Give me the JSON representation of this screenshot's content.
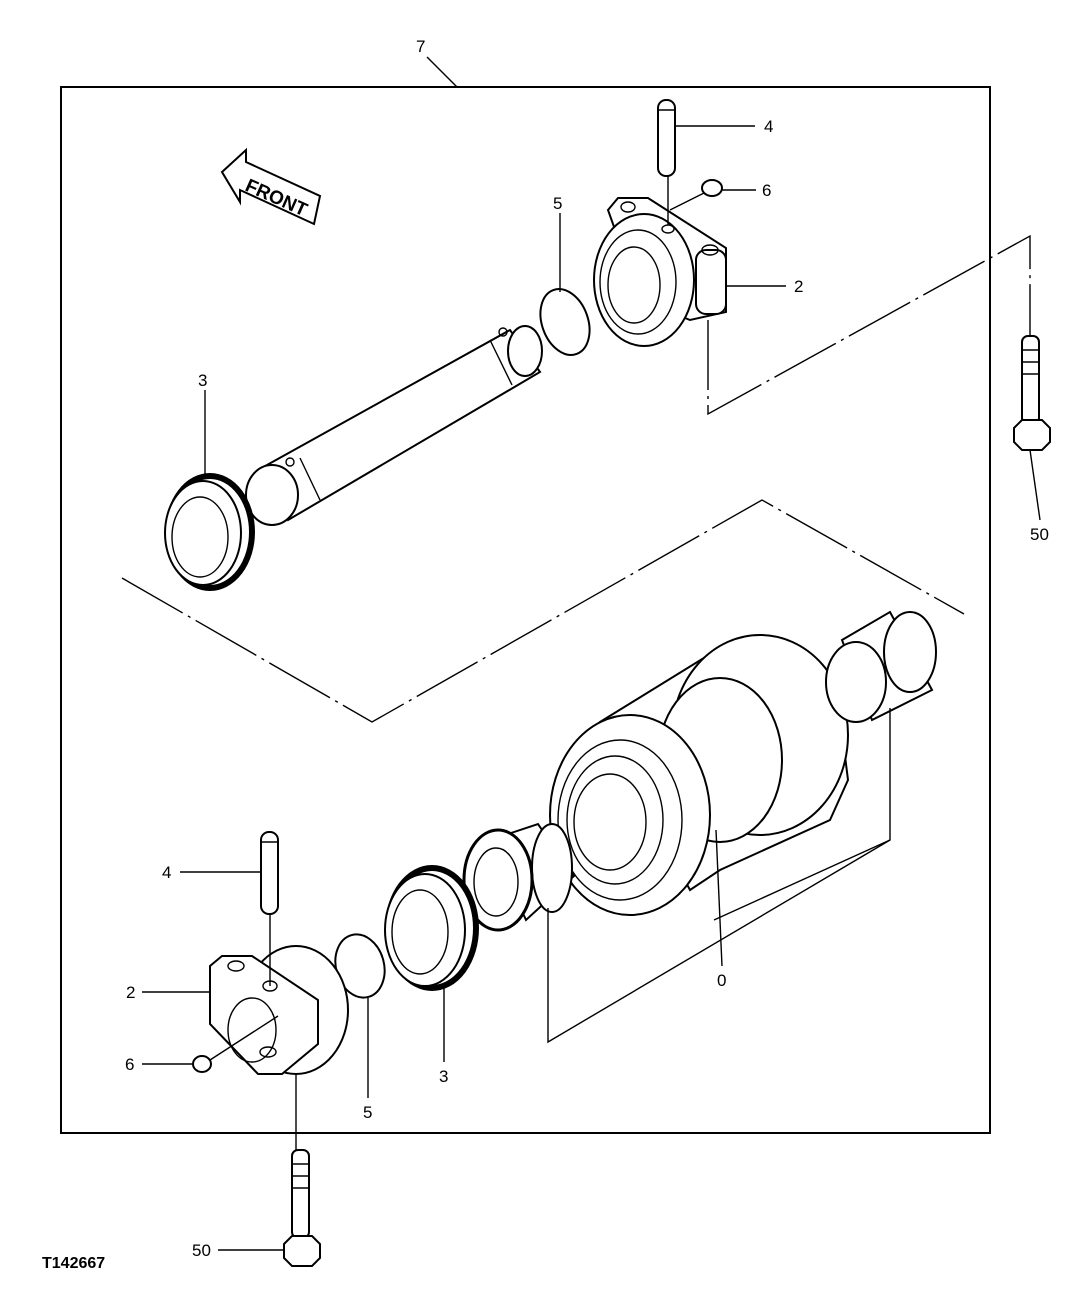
{
  "diagram": {
    "reference_id": "T142667",
    "front_arrow_label": "FRONT",
    "callouts": {
      "assembly": "7",
      "upper_pin": "4",
      "upper_plug": "6",
      "upper_bracket": "2",
      "upper_oring": "5",
      "upper_seal": "3",
      "upper_bolt": "50",
      "lower_pin": "4",
      "lower_bracket": "2",
      "lower_plug": "6",
      "lower_oring": "5",
      "lower_seal": "3",
      "roller": "0",
      "lower_bolt": "50"
    }
  }
}
